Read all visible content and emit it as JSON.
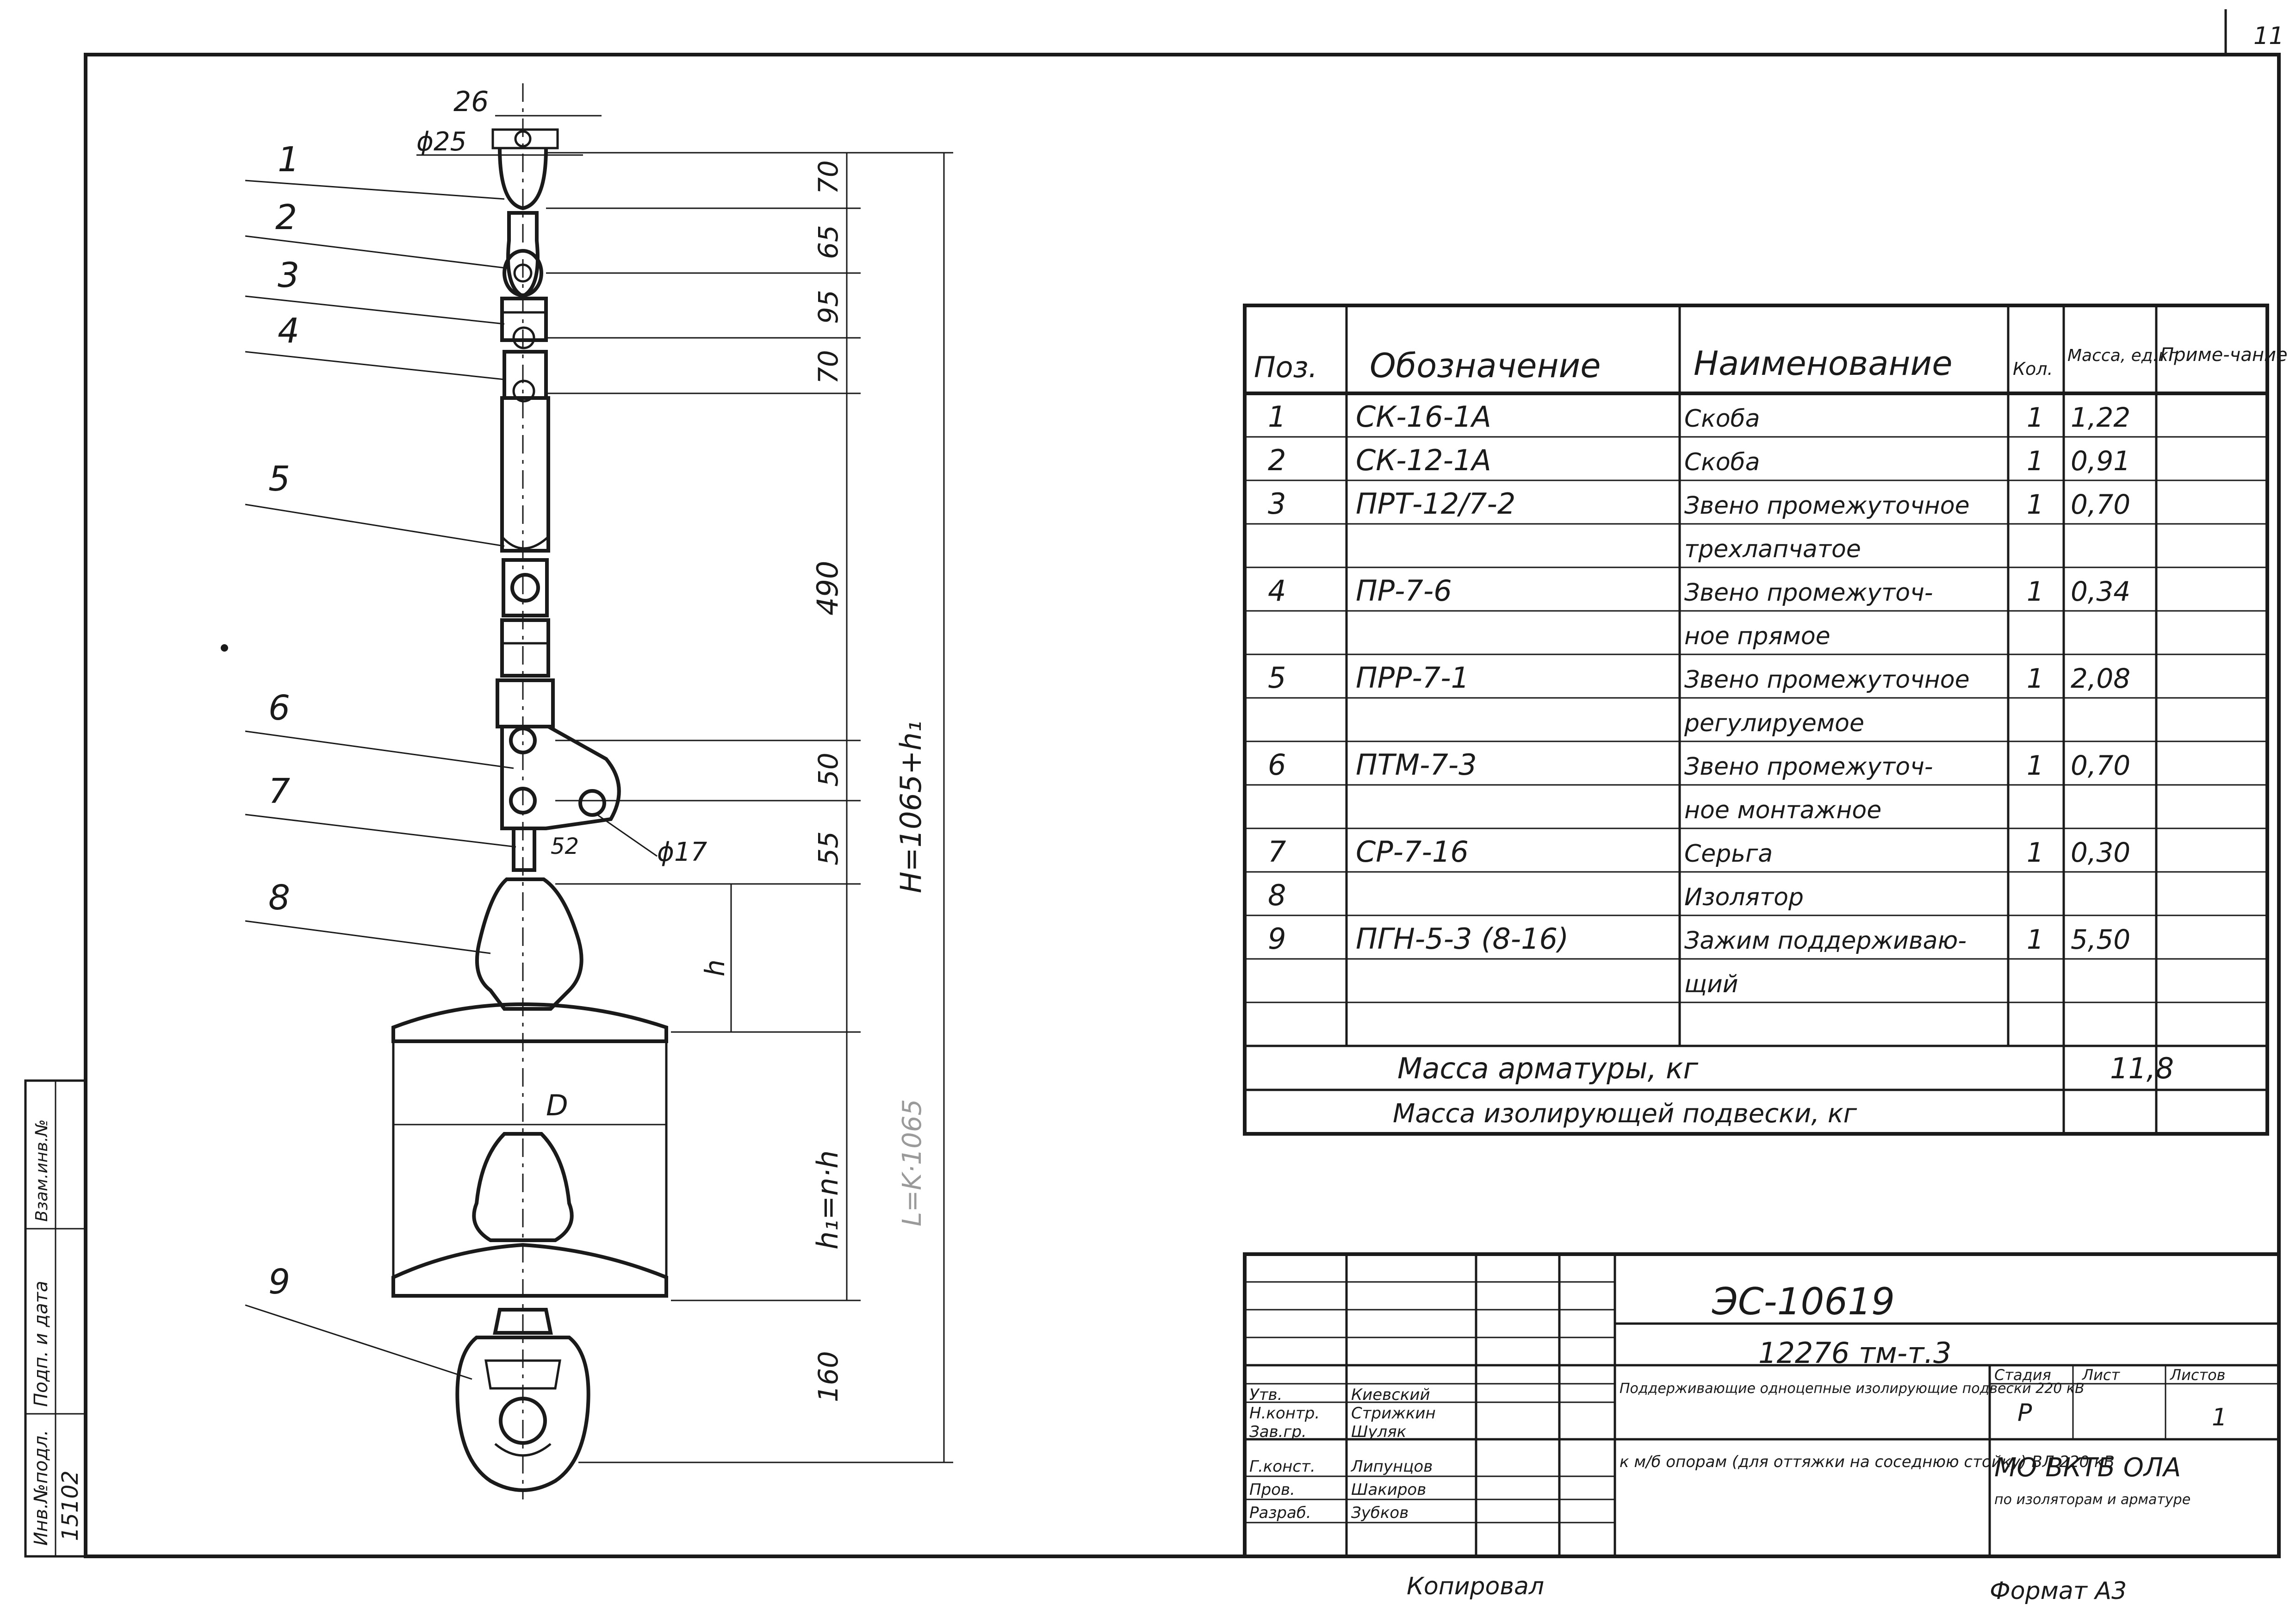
{
  "sheet": {
    "page_number": "11",
    "copied_by_label": "Копировал",
    "format_label": "Формат А3"
  },
  "side_stamp": {
    "inv_label": "Инв.№подл.",
    "sign_label": "Подп. и дата",
    "swap_label": "Взам.инв.№",
    "inv_number": "15102"
  },
  "drawing": {
    "callouts": [
      "1",
      "2",
      "3",
      "4",
      "5",
      "6",
      "7",
      "8",
      "9"
    ],
    "dims": {
      "top_width": "26",
      "pin_diameter": "ϕ25",
      "hole_diameter": "ϕ17",
      "small_dim": "52",
      "d1": "70",
      "d2": "65",
      "d3": "95",
      "d4": "70",
      "d5": "490",
      "d6": "50",
      "d7": "55",
      "h_label": "h",
      "h1_label": "h₁=n·h",
      "bottom": "160",
      "overall": "H=1065+h₁",
      "faint_overall": "L=K·1065",
      "disc_diameter": "D"
    }
  },
  "spec": {
    "headers": {
      "pos": "Поз.",
      "designation": "Обозначение",
      "name": "Наименование",
      "qty": "Кол.",
      "mass": "Масса, ед.кг",
      "note": "Приме-чание"
    },
    "rows": [
      {
        "pos": "1",
        "des": "СК-16-1А",
        "name": "Скоба",
        "qty": "1",
        "mass": "1,22"
      },
      {
        "pos": "2",
        "des": "СК-12-1А",
        "name": "Скоба",
        "qty": "1",
        "mass": "0,91"
      },
      {
        "pos": "3",
        "des": "ПРТ-12/7-2",
        "name": "Звено промежуточное",
        "qty": "1",
        "mass": "0,70"
      },
      {
        "pos": "",
        "des": "",
        "name": "трехлапчатое",
        "qty": "",
        "mass": ""
      },
      {
        "pos": "4",
        "des": "ПР-7-6",
        "name": "Звено промежуточ-",
        "qty": "1",
        "mass": "0,34"
      },
      {
        "pos": "",
        "des": "",
        "name": "ное прямое",
        "qty": "",
        "mass": ""
      },
      {
        "pos": "5",
        "des": "ПРР-7-1",
        "name": "Звено промежуточное",
        "qty": "1",
        "mass": "2,08"
      },
      {
        "pos": "",
        "des": "",
        "name": "регулируемое",
        "qty": "",
        "mass": ""
      },
      {
        "pos": "6",
        "des": "ПТМ-7-3",
        "name": "Звено промежуточ-",
        "qty": "1",
        "mass": "0,70"
      },
      {
        "pos": "",
        "des": "",
        "name": "ное монтажное",
        "qty": "",
        "mass": ""
      },
      {
        "pos": "7",
        "des": "СР-7-16",
        "name": "Серьга",
        "qty": "1",
        "mass": "0,30"
      },
      {
        "pos": "8",
        "des": "",
        "name": "Изолятор",
        "qty": "",
        "mass": ""
      },
      {
        "pos": "9",
        "des": "ПГН-5-3 (8-16)",
        "name": "Зажим поддерживаю-",
        "qty": "1",
        "mass": "5,50"
      },
      {
        "pos": "",
        "des": "",
        "name": "щий",
        "qty": "",
        "mass": ""
      },
      {
        "pos": "",
        "des": "",
        "name": "",
        "qty": "",
        "mass": ""
      }
    ],
    "total_fittings_label": "Масса арматуры, кг",
    "total_fittings_value": "11,8",
    "total_suspension_label": "Масса изолирующей подвески, кг"
  },
  "title_block": {
    "doc_code": "ЭС-10619",
    "sheet_code": "12276 тм-т.3",
    "roles": [
      "Утв.",
      "Н.контр.",
      "Зав.гр.",
      "Г.конст.",
      "Пров.",
      "Разраб."
    ],
    "names": [
      "Киевский",
      "Стрижкин",
      "Шуляк",
      "Липунцов",
      "Шакиров",
      "Зубков"
    ],
    "description": "Поддерживающие одноцепные изолирующие подвески 220 кВ",
    "sub_description": "к м/б опорам (для оттяжки на соседнюю стойку) ВЛ 220 кВ",
    "stage_label": "Стадия",
    "sheet_label": "Лист",
    "sheets_label": "Листов",
    "stage": "Р",
    "sheets_total": "1",
    "org": "МО ВКТБ ОЛА",
    "org_sub": "по изоляторам и арматуре"
  }
}
